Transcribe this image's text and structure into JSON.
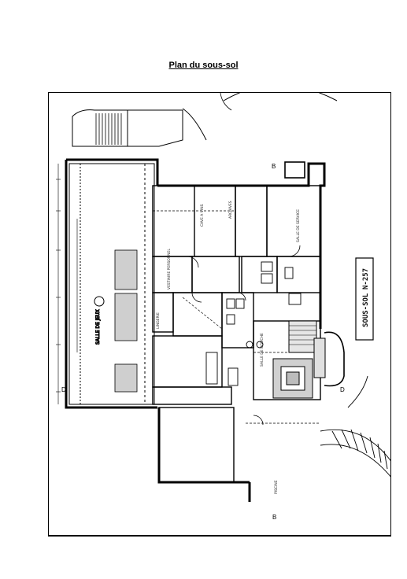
{
  "document": {
    "title": "Plan du sous-sol"
  },
  "plan": {
    "sheet_label": "SOUS-SOL",
    "sheet_number": "N-257",
    "section_marks": [
      "B",
      "B",
      "D",
      "D"
    ],
    "room_labels": [
      "SALLE DE JEUX",
      "VESTIAIRE PERSONNEL",
      "CAVE A VINS",
      "ARCHIVES",
      "LINGERIE",
      "SALLE DE DOUCHE",
      "SALLE DE SERVICE",
      "PISCINE"
    ]
  }
}
